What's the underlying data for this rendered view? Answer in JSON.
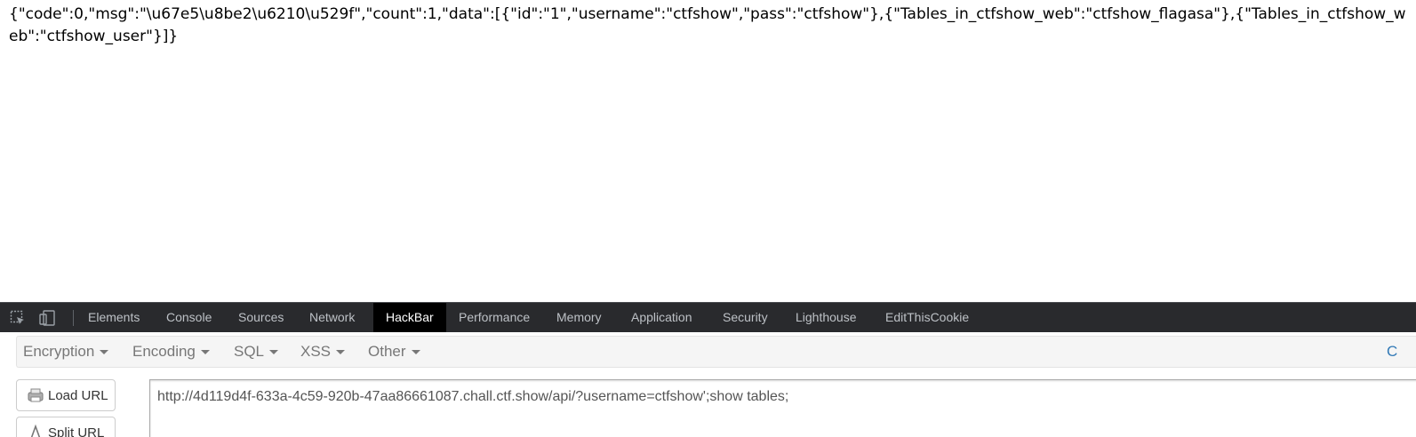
{
  "page": {
    "response_text": "{\"code\":0,\"msg\":\"\\u67e5\\u8be2\\u6210\\u529f\",\"count\":1,\"data\":[{\"id\":\"1\",\"username\":\"ctfshow\",\"pass\":\"ctfshow\"},{\"Tables_in_ctfshow_web\":\"ctfshow_flagasa\"},{\"Tables_in_ctfshow_web\":\"ctfshow_user\"}]}"
  },
  "devtools": {
    "icons": [
      "inspect-element-icon",
      "device-toolbar-icon"
    ],
    "tabs": [
      {
        "label": "Elements",
        "active": false
      },
      {
        "label": "Console",
        "active": false
      },
      {
        "label": "Sources",
        "active": false
      },
      {
        "label": "Network",
        "active": false
      },
      {
        "label": "HackBar",
        "active": true
      },
      {
        "label": "Performance",
        "active": false
      },
      {
        "label": "Memory",
        "active": false
      },
      {
        "label": "Application",
        "active": false
      },
      {
        "label": "Security",
        "active": false
      },
      {
        "label": "Lighthouse",
        "active": false
      },
      {
        "label": "EditThisCookie",
        "active": false
      }
    ],
    "colors": {
      "tabbar_bg": "#292a2d",
      "active_tab_bg": "#000000",
      "tab_text": "#bdc1c6",
      "active_tab_text": "#ffffff"
    }
  },
  "hackbar": {
    "menus": [
      {
        "label": "Encryption"
      },
      {
        "label": "Encoding"
      },
      {
        "label": "SQL"
      },
      {
        "label": "XSS"
      },
      {
        "label": "Other"
      }
    ],
    "edge_link": "C",
    "load_url_label": "Load URL",
    "split_url_label": "Split URL",
    "url_value": "http://4d119d4f-633a-4c59-920b-47aa86661087.chall.ctf.show/api/?username=ctfshow';show tables;",
    "colors": {
      "menu_text": "#777777",
      "link": "#337ab7"
    }
  }
}
